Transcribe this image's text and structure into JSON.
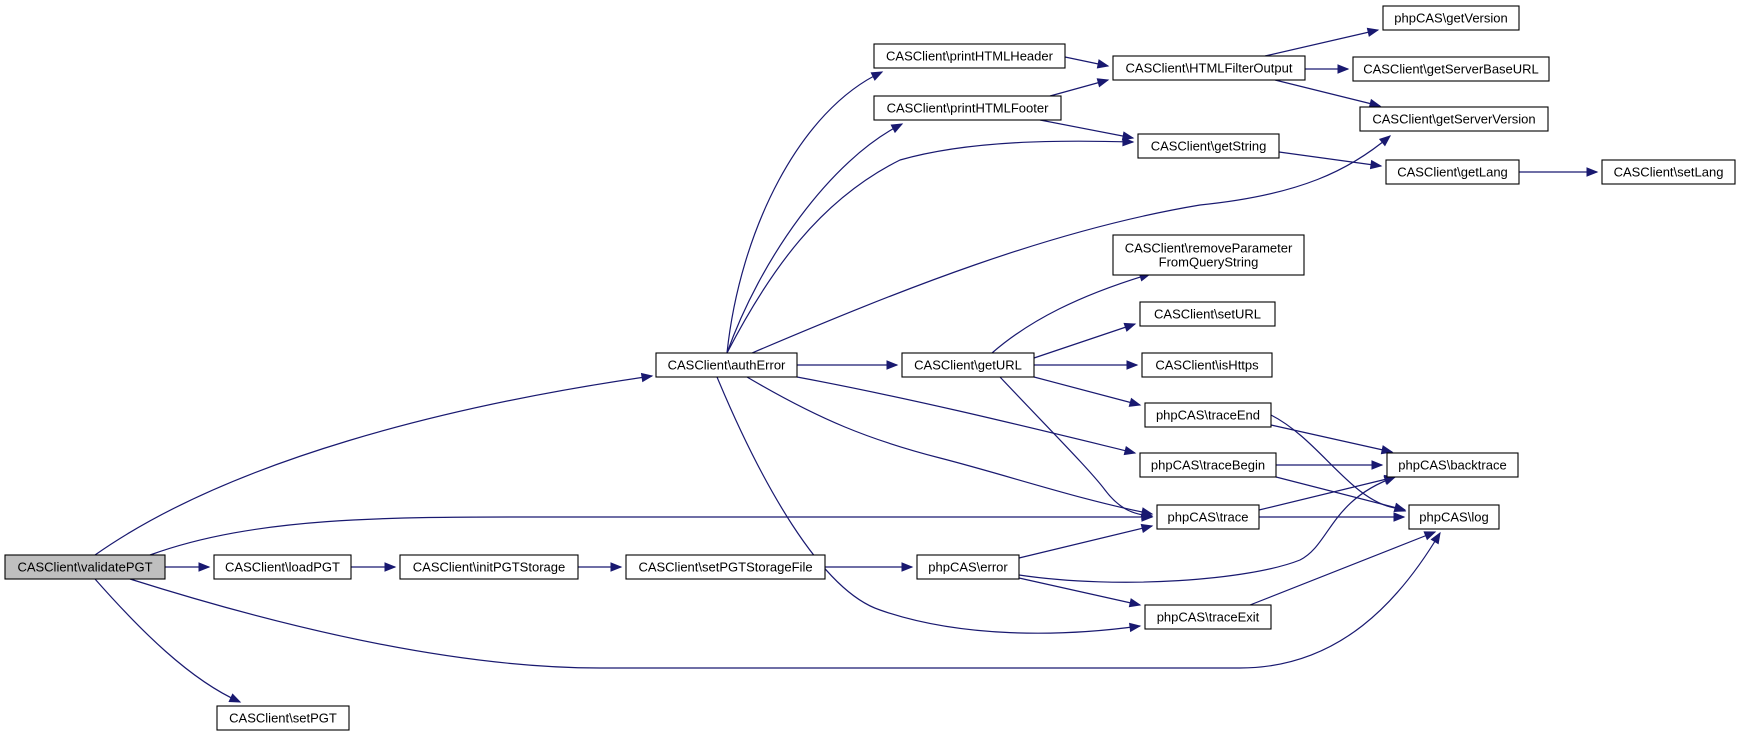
{
  "graph": {
    "root": "validatePGT",
    "nodes": [
      {
        "id": "validatePGT",
        "label": [
          "CASClient\\validatePGT"
        ],
        "root": true
      },
      {
        "id": "authError",
        "label": [
          "CASClient\\authError"
        ]
      },
      {
        "id": "loadPGT",
        "label": [
          "CASClient\\loadPGT"
        ]
      },
      {
        "id": "setPGT",
        "label": [
          "CASClient\\setPGT"
        ]
      },
      {
        "id": "initPGTStorage",
        "label": [
          "CASClient\\initPGTStorage"
        ]
      },
      {
        "id": "setPGTStorageFile",
        "label": [
          "CASClient\\setPGTStorageFile"
        ]
      },
      {
        "id": "printHTMLHeader",
        "label": [
          "CASClient\\printHTMLHeader"
        ]
      },
      {
        "id": "printHTMLFooter",
        "label": [
          "CASClient\\printHTMLFooter"
        ]
      },
      {
        "id": "getURL",
        "label": [
          "CASClient\\getURL"
        ]
      },
      {
        "id": "error",
        "label": [
          "phpCAS\\error"
        ]
      },
      {
        "id": "HTMLFilterOutput",
        "label": [
          "CASClient\\HTMLFilterOutput"
        ]
      },
      {
        "id": "getString",
        "label": [
          "CASClient\\getString"
        ]
      },
      {
        "id": "removeParam",
        "label": [
          "CASClient\\removeParameter",
          "FromQueryString"
        ]
      },
      {
        "id": "setURL",
        "label": [
          "CASClient\\setURL"
        ]
      },
      {
        "id": "isHttps",
        "label": [
          "CASClient\\isHttps"
        ]
      },
      {
        "id": "traceEnd",
        "label": [
          "phpCAS\\traceEnd"
        ]
      },
      {
        "id": "traceBegin",
        "label": [
          "phpCAS\\traceBegin"
        ]
      },
      {
        "id": "trace",
        "label": [
          "phpCAS\\trace"
        ]
      },
      {
        "id": "traceExit",
        "label": [
          "phpCAS\\traceExit"
        ]
      },
      {
        "id": "getVersion",
        "label": [
          "phpCAS\\getVersion"
        ]
      },
      {
        "id": "getServerBaseURL",
        "label": [
          "CASClient\\getServerBaseURL"
        ]
      },
      {
        "id": "getServerVersion",
        "label": [
          "CASClient\\getServerVersion"
        ]
      },
      {
        "id": "getLang",
        "label": [
          "CASClient\\getLang"
        ]
      },
      {
        "id": "backtrace",
        "label": [
          "phpCAS\\backtrace"
        ]
      },
      {
        "id": "log",
        "label": [
          "phpCAS\\log"
        ]
      },
      {
        "id": "setLang",
        "label": [
          "CASClient\\setLang"
        ]
      }
    ],
    "edges": [
      {
        "from": "validatePGT",
        "to": "authError"
      },
      {
        "from": "validatePGT",
        "to": "trace"
      },
      {
        "from": "validatePGT",
        "to": "loadPGT"
      },
      {
        "from": "validatePGT",
        "to": "log"
      },
      {
        "from": "validatePGT",
        "to": "setPGT"
      },
      {
        "from": "loadPGT",
        "to": "initPGTStorage"
      },
      {
        "from": "initPGTStorage",
        "to": "setPGTStorageFile"
      },
      {
        "from": "setPGTStorageFile",
        "to": "error"
      },
      {
        "from": "authError",
        "to": "printHTMLHeader"
      },
      {
        "from": "authError",
        "to": "printHTMLFooter"
      },
      {
        "from": "authError",
        "to": "getString"
      },
      {
        "from": "authError",
        "to": "getServerVersion"
      },
      {
        "from": "authError",
        "to": "getURL"
      },
      {
        "from": "authError",
        "to": "traceBegin"
      },
      {
        "from": "authError",
        "to": "trace"
      },
      {
        "from": "authError",
        "to": "traceExit"
      },
      {
        "from": "printHTMLHeader",
        "to": "HTMLFilterOutput"
      },
      {
        "from": "printHTMLFooter",
        "to": "HTMLFilterOutput"
      },
      {
        "from": "printHTMLFooter",
        "to": "getString"
      },
      {
        "from": "HTMLFilterOutput",
        "to": "getVersion"
      },
      {
        "from": "HTMLFilterOutput",
        "to": "getServerBaseURL"
      },
      {
        "from": "HTMLFilterOutput",
        "to": "getServerVersion"
      },
      {
        "from": "getString",
        "to": "getLang"
      },
      {
        "from": "getLang",
        "to": "setLang"
      },
      {
        "from": "getURL",
        "to": "removeParam"
      },
      {
        "from": "getURL",
        "to": "setURL"
      },
      {
        "from": "getURL",
        "to": "isHttps"
      },
      {
        "from": "getURL",
        "to": "traceEnd"
      },
      {
        "from": "getURL",
        "to": "trace"
      },
      {
        "from": "traceEnd",
        "to": "backtrace"
      },
      {
        "from": "traceEnd",
        "to": "log"
      },
      {
        "from": "traceBegin",
        "to": "backtrace"
      },
      {
        "from": "traceBegin",
        "to": "log"
      },
      {
        "from": "trace",
        "to": "backtrace"
      },
      {
        "from": "trace",
        "to": "log"
      },
      {
        "from": "error",
        "to": "trace"
      },
      {
        "from": "error",
        "to": "backtrace"
      },
      {
        "from": "error",
        "to": "traceExit"
      },
      {
        "from": "traceExit",
        "to": "log"
      }
    ]
  },
  "colors": {
    "edge": "#191970",
    "node_border": "#000000",
    "root_fill": "#bfbfbf",
    "node_fill": "#ffffff"
  }
}
